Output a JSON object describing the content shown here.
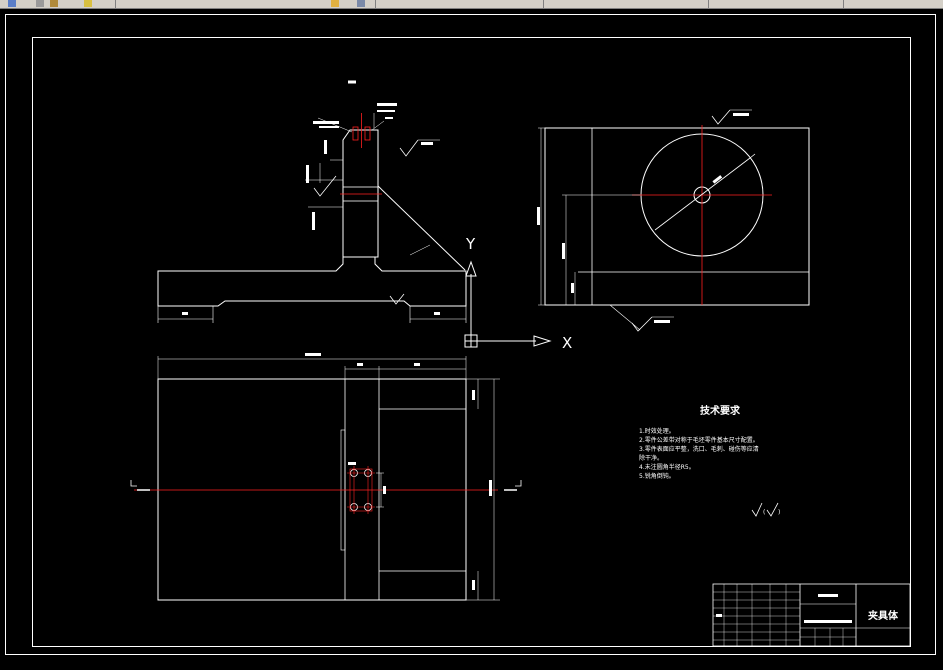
{
  "toolbar": {
    "items": [
      "",
      "",
      "",
      "",
      ""
    ]
  },
  "drawing": {
    "axis_y_label": "Y",
    "axis_x_label": "X",
    "notes_title": "技术要求",
    "notes": [
      "1.时效处理。",
      "2.零件公差带对称于毛坯零件基本尺寸配置。",
      "3.零件表面应平整，洗口、毛刺、碰伤等应清",
      "除干净。",
      "4.未注圆角半径R5。",
      "5.锐角倒钝。"
    ],
    "title_block": {
      "drawing_name": "夹具体"
    }
  }
}
